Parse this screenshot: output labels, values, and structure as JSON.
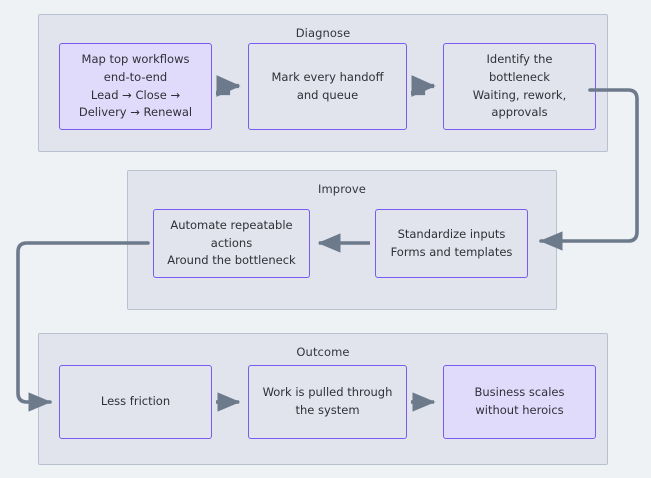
{
  "diagram": {
    "background_color": "#eff2f5",
    "container_fill": "#e1e4ed",
    "container_border": "#b9c0cf",
    "node_border": "#7a5af0",
    "node_fill": "#e1e4ed",
    "node_highlight_fill": "#e0dbfb",
    "connector_color": "#6c7a8c",
    "text_color": "#2f3038"
  },
  "sections": [
    {
      "id": "diagnose",
      "title": "Diagnose",
      "nodes": [
        {
          "id": "map-workflows",
          "label": "Map top workflows\nend-to-end\nLead → Close →\nDelivery → Renewal",
          "highlight": true
        },
        {
          "id": "mark-handoffs",
          "label": "Mark every handoff\nand queue",
          "highlight": false
        },
        {
          "id": "identify-bottleneck",
          "label": "Identify the\nbottleneck\nWaiting, rework,\napprovals",
          "highlight": false
        }
      ]
    },
    {
      "id": "improve",
      "title": "Improve",
      "nodes": [
        {
          "id": "automate-actions",
          "label": "Automate repeatable\nactions\nAround the bottleneck",
          "highlight": false
        },
        {
          "id": "standardize-inputs",
          "label": "Standardize inputs\nForms and templates",
          "highlight": false
        }
      ]
    },
    {
      "id": "outcome",
      "title": "Outcome",
      "nodes": [
        {
          "id": "less-friction",
          "label": "Less friction",
          "highlight": false
        },
        {
          "id": "work-pulled",
          "label": "Work is pulled through\nthe system",
          "highlight": false
        },
        {
          "id": "business-scales",
          "label": "Business scales\nwithout heroics",
          "highlight": true
        }
      ]
    }
  ],
  "connectors": [
    {
      "id": "map-to-mark",
      "kind": "step-arrow-right"
    },
    {
      "id": "mark-to-identify",
      "kind": "step-arrow-right"
    },
    {
      "id": "diagnose-to-improve",
      "kind": "elbow-right-down-left"
    },
    {
      "id": "standardize-to-automate",
      "kind": "arrow-left"
    },
    {
      "id": "improve-to-outcome",
      "kind": "elbow-left-down-right"
    },
    {
      "id": "lessfriction-to-workpulled",
      "kind": "arrow-right"
    },
    {
      "id": "workpulled-to-business",
      "kind": "arrow-right"
    }
  ]
}
